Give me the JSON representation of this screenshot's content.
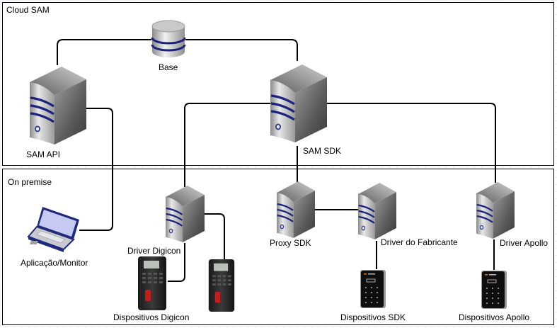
{
  "zones": {
    "cloud": {
      "title": "Cloud SAM"
    },
    "onprem": {
      "title": "On premise"
    }
  },
  "nodes": {
    "base": {
      "label": "Base",
      "icon": "database-icon"
    },
    "sam_api": {
      "label": "SAM API",
      "icon": "server-icon"
    },
    "sam_sdk": {
      "label": "SAM SDK",
      "icon": "server-icon"
    },
    "app_monitor": {
      "label": "Aplicação/Monitor",
      "icon": "laptop-icon"
    },
    "driver_digicon": {
      "label": "Driver Digicon",
      "icon": "server-icon"
    },
    "proxy_sdk": {
      "label": "Proxy SDK",
      "icon": "server-icon"
    },
    "driver_fabricante": {
      "label": "Driver do Fabricante",
      "icon": "server-icon"
    },
    "driver_apollo": {
      "label": "Driver Apollo",
      "icon": "server-icon"
    },
    "disp_digicon": {
      "label": "Dispositivos Digicon",
      "icon": "biometric-terminal-icon"
    },
    "disp_sdk": {
      "label": "Dispositivos SDK",
      "icon": "keypad-reader-icon"
    },
    "disp_apollo": {
      "label": "Dispositivos Apollo",
      "icon": "keypad-reader-icon"
    }
  },
  "connections": [
    [
      "sam_api",
      "base"
    ],
    [
      "base",
      "sam_sdk"
    ],
    [
      "sam_api",
      "app_monitor"
    ],
    [
      "sam_sdk",
      "driver_digicon"
    ],
    [
      "sam_sdk",
      "proxy_sdk"
    ],
    [
      "sam_sdk",
      "driver_apollo"
    ],
    [
      "proxy_sdk",
      "driver_fabricante"
    ],
    [
      "driver_digicon",
      "disp_digicon"
    ],
    [
      "driver_digicon",
      "disp_digicon"
    ],
    [
      "driver_fabricante",
      "disp_sdk"
    ],
    [
      "driver_apollo",
      "disp_apollo"
    ]
  ]
}
